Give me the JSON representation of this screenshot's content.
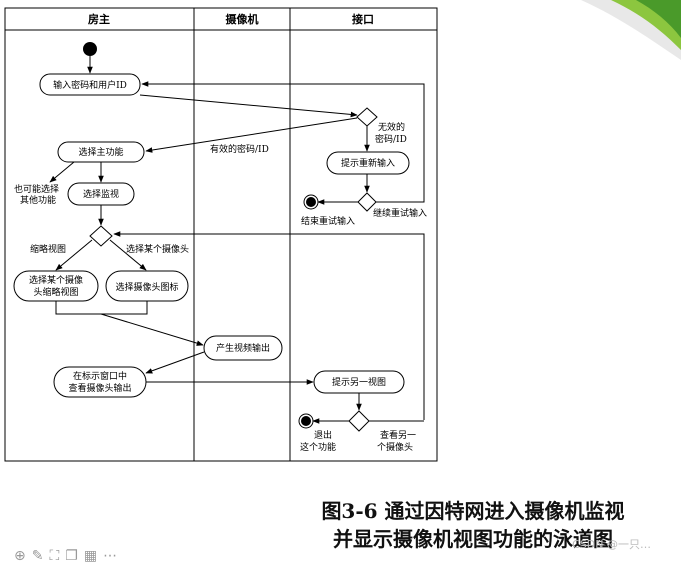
{
  "swimlanes": [
    "房主",
    "摄像机",
    "接口"
  ],
  "nodes": {
    "input_id": "输入密码和用户ID",
    "invalid_id_1": "无效的",
    "invalid_id_2": "密码/ID",
    "valid_id": "有效的密码/ID",
    "prompt_reinput": "提示重新输入",
    "select_main": "选择主功能",
    "other_func_1": "也可能选择",
    "other_func_2": "其他功能",
    "select_monitor": "选择监视",
    "end_retry": "结束重试输入",
    "continue_retry": "继续重试输入",
    "thumb_view": "缩略视图",
    "select_camera": "选择某个摄像头",
    "select_thumb_1": "选择某个摄像",
    "select_thumb_2": "头缩略视图",
    "select_icon": "选择摄像头图标",
    "produce_video": "产生视频输出",
    "view_output_1": "在标示窗口中",
    "view_output_2": "查看摄像头输出",
    "prompt_other": "提示另一视图",
    "exit_1": "退出",
    "exit_2": "这个功能",
    "view_other_1": "查看另一",
    "view_other_2": "个摄像头"
  },
  "caption": {
    "line1": "图3-6  通过因特网进入摄像机监视",
    "line2": "并显示摄像机视图功能的泳道图"
  },
  "watermark": "CSDN @一只…",
  "toolbar_icons": [
    "zoom-icon",
    "pen-icon",
    "frame-icon",
    "copy-icon",
    "grid-icon",
    "more-icon"
  ]
}
